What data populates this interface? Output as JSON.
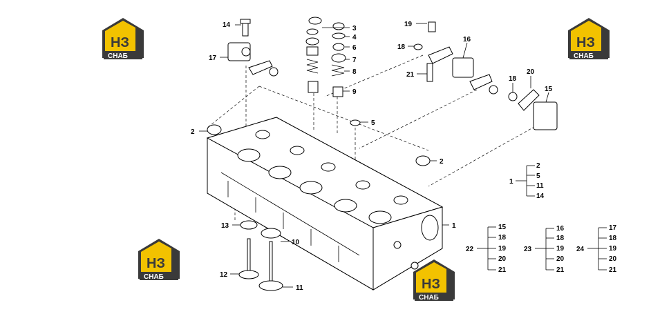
{
  "logo": {
    "mark": "НЗ",
    "text": "СНАБ",
    "colors": {
      "yellow": "#f2c200",
      "dark": "#3a3a3a"
    }
  },
  "callouts": {
    "c14": "14",
    "c17": "17",
    "c3": "3",
    "c4": "4",
    "c6": "6",
    "c7": "7",
    "c8": "8",
    "c9": "9",
    "c5": "5",
    "c2a": "2",
    "c2b": "2",
    "c19": "19",
    "c18a": "18",
    "c21": "21",
    "c16": "16",
    "c18b": "18",
    "c20": "20",
    "c15": "15",
    "c1": "1",
    "c13": "13",
    "c10": "10",
    "c12": "12",
    "c11": "11"
  },
  "tree1": {
    "root": "1",
    "items": [
      "2",
      "5",
      "11",
      "14"
    ]
  },
  "tree22": {
    "root": "22",
    "items": [
      "15",
      "18",
      "19",
      "20",
      "21"
    ]
  },
  "tree23": {
    "root": "23",
    "items": [
      "16",
      "18",
      "19",
      "20",
      "21"
    ]
  },
  "tree24": {
    "root": "24",
    "items": [
      "17",
      "18",
      "19",
      "20",
      "21"
    ]
  }
}
